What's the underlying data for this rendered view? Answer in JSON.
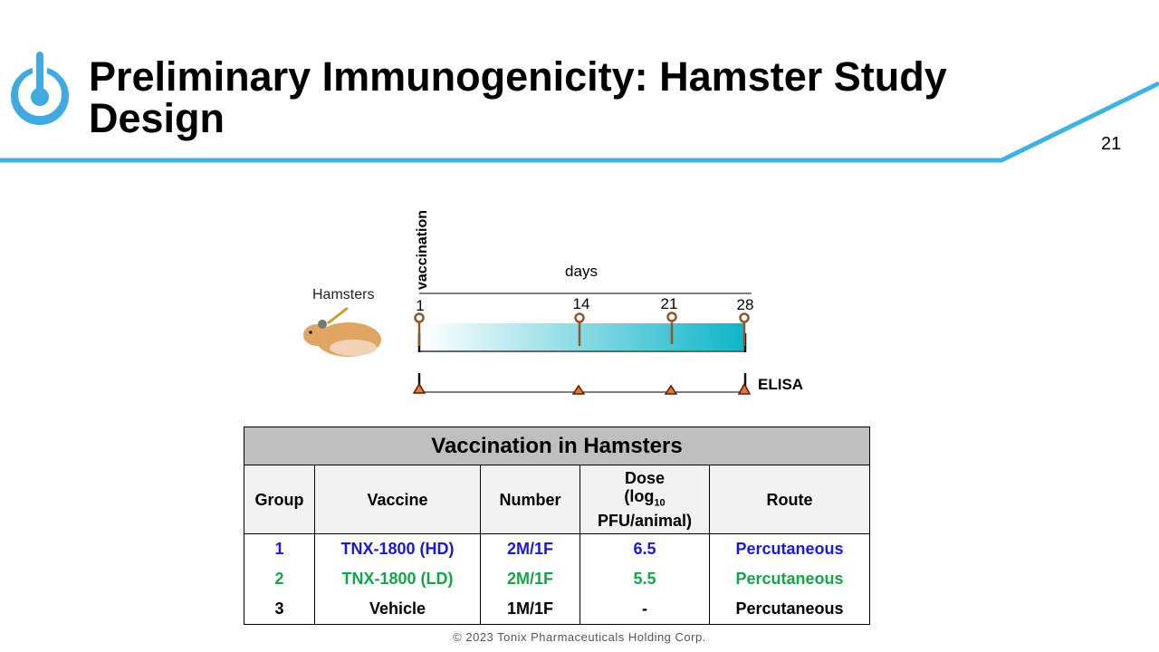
{
  "header": {
    "title": "Preliminary Immunogenicity: Hamster Study Design",
    "page_number": "21",
    "logo": "tonix-logo"
  },
  "diagram": {
    "subject_label": "Hamsters",
    "vaccination_label": "vaccination",
    "axis_label": "days",
    "days": [
      "1",
      "14",
      "21",
      "28"
    ],
    "assay_label": "ELISA"
  },
  "table": {
    "caption": "Vaccination in Hamsters",
    "headers": {
      "group": "Group",
      "vaccine": "Vaccine",
      "number": "Number",
      "dose_line1": "Dose",
      "dose_line2": "(log",
      "dose_sub": "10",
      "dose_line3": "PFU/animal)",
      "route": "Route"
    },
    "rows": [
      {
        "group": "1",
        "vaccine": "TNX-1800 (HD)",
        "number": "2M/1F",
        "dose": "6.5",
        "route": "Percutaneous",
        "color": "#1a1ad6"
      },
      {
        "group": "2",
        "vaccine": "TNX-1800 (LD)",
        "number": "2M/1F",
        "dose": "5.5",
        "route": "Percutaneous",
        "color": "#16a34a"
      },
      {
        "group": "3",
        "vaccine": "Vehicle",
        "number": "1M/1F",
        "dose": "-",
        "route": "Percutaneous",
        "color": "#000000"
      }
    ]
  },
  "footer": {
    "copyright": "© 2023 Tonix Pharmaceuticals Holding Corp."
  }
}
